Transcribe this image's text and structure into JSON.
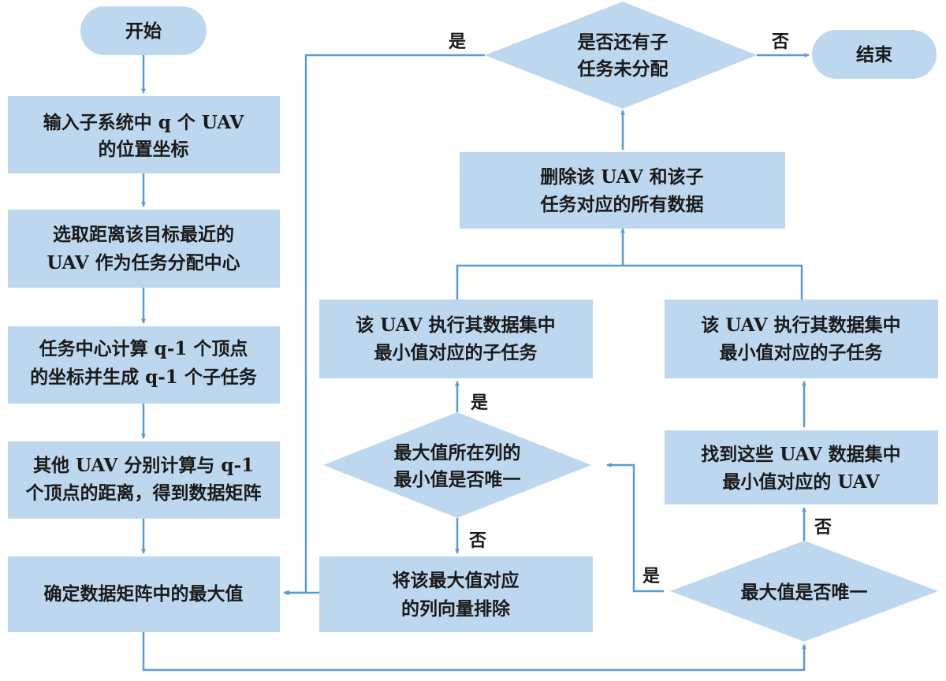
{
  "nodes": {
    "start": {
      "lines": [
        "开始"
      ]
    },
    "input_coords": {
      "lines": [
        "输入子系统中 q 个 UAV",
        "的位置坐标"
      ]
    },
    "select_center": {
      "lines": [
        "选取距离该目标最近的",
        "UAV 作为任务分配中心"
      ]
    },
    "compute_vertices": {
      "lines": [
        "任务中心计算 q-1 个顶点",
        "的坐标并生成 q-1 个子任务"
      ]
    },
    "compute_distance": {
      "lines": [
        "其他 UAV 分别计算与 q-1",
        "个顶点的距离，得到数据矩阵"
      ]
    },
    "find_max": {
      "lines": [
        "确定数据矩阵中的最大值"
      ]
    },
    "max_unique": {
      "lines": [
        "最大值是否唯一"
      ]
    },
    "find_min_uav": {
      "lines": [
        "找到这些 UAV 数据集中",
        "最小值对应的 UAV"
      ]
    },
    "exec_right": {
      "lines": [
        "该 UAV 执行其数据集中",
        "最小值对应的子任务"
      ]
    },
    "col_min_unique": {
      "lines": [
        "最大值所在列的",
        "最小值是否唯一"
      ]
    },
    "exclude_col": {
      "lines": [
        "将该最大值对应",
        "的列向量排除"
      ]
    },
    "exec_left": {
      "lines": [
        "该 UAV 执行其数据集中",
        "最小值对应的子任务"
      ]
    },
    "delete_data": {
      "lines": [
        "删除该 UAV 和该子",
        "任务对应的所有数据"
      ]
    },
    "remaining": {
      "lines": [
        "是否还有子",
        "任务未分配"
      ]
    },
    "end": {
      "lines": [
        "结束"
      ]
    }
  },
  "edge_labels": {
    "remaining_yes": "是",
    "remaining_no": "否",
    "col_min_yes": "是",
    "col_min_no": "否",
    "max_unique_yes": "是",
    "max_unique_no": "否"
  },
  "colors": {
    "node_fill": "#bdd7ee",
    "edge": "#5b9bd5",
    "text": "#1a1a1a"
  }
}
